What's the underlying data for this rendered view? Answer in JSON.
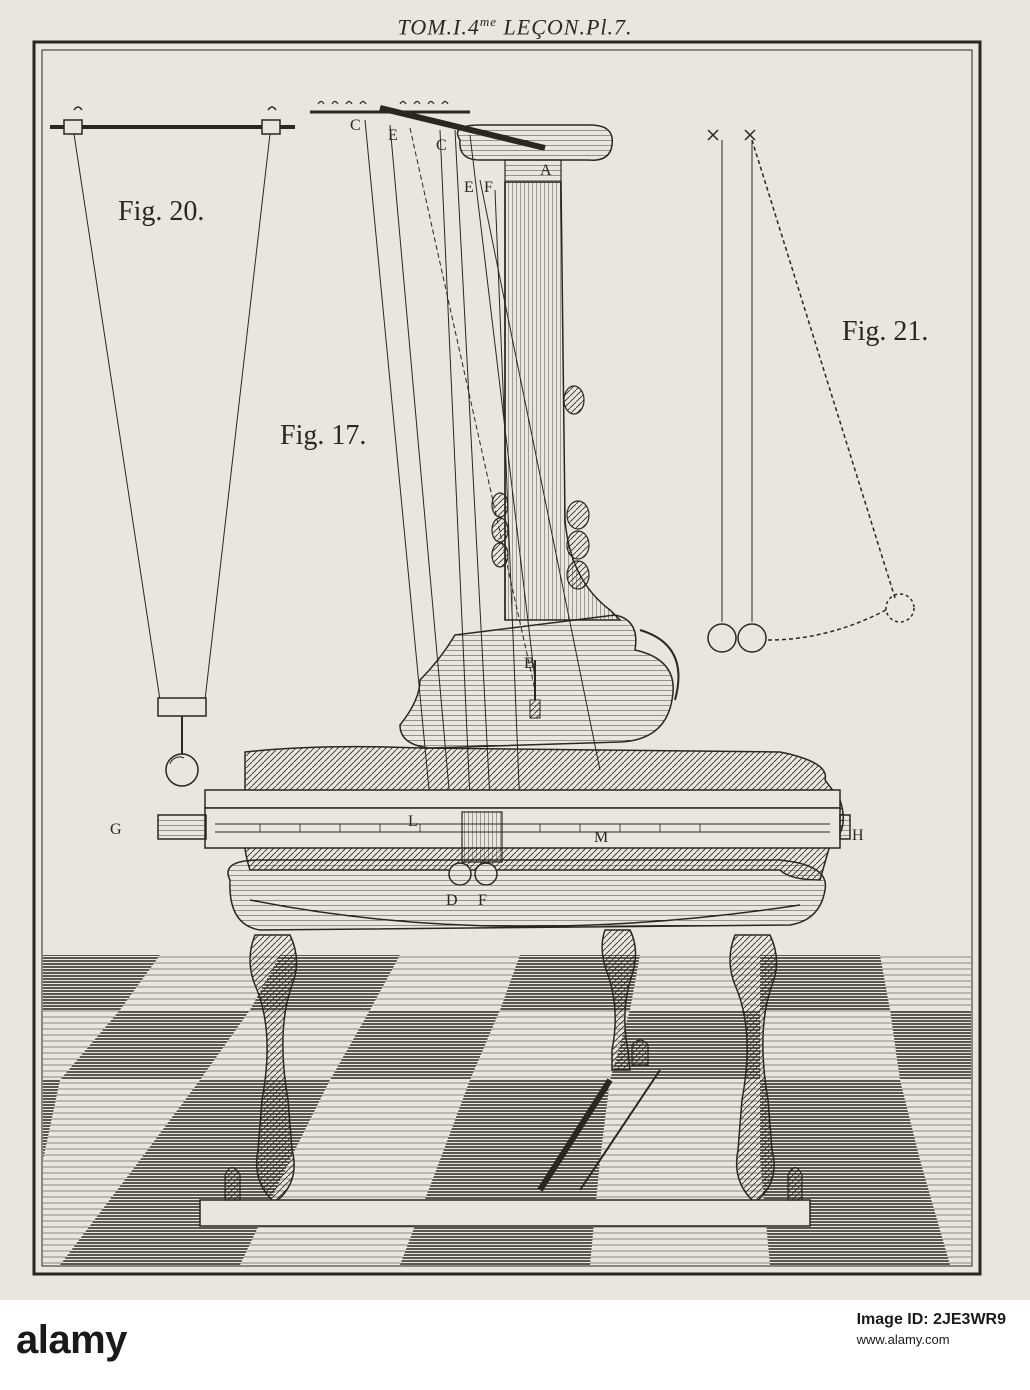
{
  "plate": {
    "header_pre": "TOM.I.4",
    "header_sup": "me",
    "header_post": " LEÇON.Pl.7.",
    "figures": [
      {
        "label": "Fig. 20."
      },
      {
        "label": "Fig. 17."
      },
      {
        "label": "Fig. 21."
      }
    ],
    "letters": [
      "C",
      "E",
      "C",
      "E",
      "F",
      "A",
      "B",
      "G",
      "H",
      "M",
      "D",
      "F",
      "L"
    ],
    "ink_color": "#2a2620",
    "paper_color": "#e9e6df"
  },
  "watermark": {
    "logo_text": "alamy",
    "line1": "Image ID: 2JE3WR9",
    "line2": "www.alamy.com"
  }
}
